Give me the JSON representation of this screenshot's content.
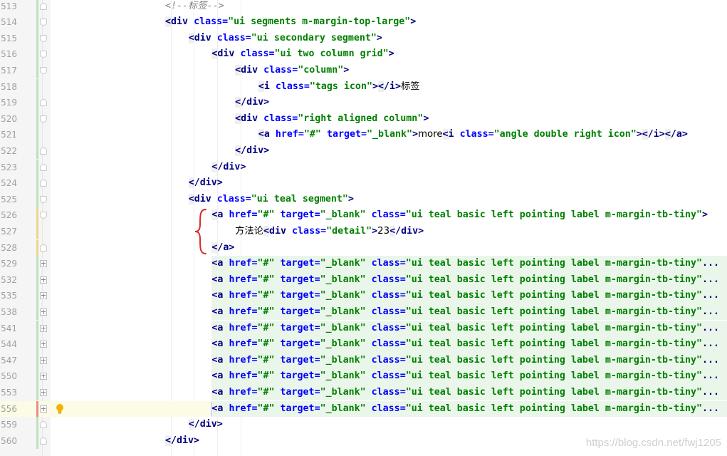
{
  "editor": {
    "language": "html",
    "colors": {
      "tag": "#000080",
      "attr": "#0000ff",
      "value": "#008000",
      "text": "#000000",
      "comment": "#808080",
      "change_bar": "#bfe0bf",
      "annotation_brace": "#d62b2b",
      "caret_row": "#fcfbe6"
    },
    "lines": [
      {
        "num": "513",
        "text": "<!--标签-->"
      },
      {
        "num": "514",
        "text": "<div class=\"ui segments m-margin-top-large\">"
      },
      {
        "num": "515",
        "text": "<div class=\"ui secondary segment\">"
      },
      {
        "num": "516",
        "text": "<div class=\"ui two column grid\">"
      },
      {
        "num": "517",
        "text": "<div class=\"column\">"
      },
      {
        "num": "518",
        "text": "<i class=\"tags icon\"></i>标签"
      },
      {
        "num": "519",
        "text": "</div>"
      },
      {
        "num": "520",
        "text": "<div class=\"right aligned column\">"
      },
      {
        "num": "521",
        "text": "<a href=\"#\" target=\"_blank\">more<i class=\"angle double right icon\"></i></a>"
      },
      {
        "num": "522",
        "text": "</div>"
      },
      {
        "num": "523",
        "text": "</div>"
      },
      {
        "num": "524",
        "text": "</div>"
      },
      {
        "num": "525",
        "text": "<div class=\"ui teal segment\">"
      },
      {
        "num": "526",
        "text": "<a href=\"#\" target=\"_blank\" class=\"ui teal basic left pointing label m-margin-tb-tiny\">"
      },
      {
        "num": "527",
        "text": "方法论<div class=\"detail\">23</div>"
      },
      {
        "num": "528",
        "text": "</a>"
      },
      {
        "num": "529",
        "text": "<a href=\"#\" target=\"_blank\" class=\"ui teal basic left pointing label m-margin-tb-tiny\"..."
      },
      {
        "num": "532",
        "text": "<a href=\"#\" target=\"_blank\" class=\"ui teal basic left pointing label m-margin-tb-tiny\"..."
      },
      {
        "num": "535",
        "text": "<a href=\"#\" target=\"_blank\" class=\"ui teal basic left pointing label m-margin-tb-tiny\"..."
      },
      {
        "num": "538",
        "text": "<a href=\"#\" target=\"_blank\" class=\"ui teal basic left pointing label m-margin-tb-tiny\"..."
      },
      {
        "num": "541",
        "text": "<a href=\"#\" target=\"_blank\" class=\"ui teal basic left pointing label m-margin-tb-tiny\"..."
      },
      {
        "num": "544",
        "text": "<a href=\"#\" target=\"_blank\" class=\"ui teal basic left pointing label m-margin-tb-tiny\"..."
      },
      {
        "num": "547",
        "text": "<a href=\"#\" target=\"_blank\" class=\"ui teal basic left pointing label m-margin-tb-tiny\"..."
      },
      {
        "num": "550",
        "text": "<a href=\"#\" target=\"_blank\" class=\"ui teal basic left pointing label m-margin-tb-tiny\"..."
      },
      {
        "num": "553",
        "text": "<a href=\"#\" target=\"_blank\" class=\"ui teal basic left pointing label m-margin-tb-tiny\"..."
      },
      {
        "num": "556",
        "text": "<a href=\"#\" target=\"_blank\" class=\"ui teal basic left pointing label m-margin-tb-tiny\"..."
      },
      {
        "num": "559",
        "text": "</div>"
      },
      {
        "num": "560",
        "text": "</div>"
      }
    ]
  },
  "watermark": "https://blog.csdn.net/fwj1205",
  "icons": {
    "intention": "lightbulb-icon",
    "annotation": "curly-brace-annotation"
  }
}
